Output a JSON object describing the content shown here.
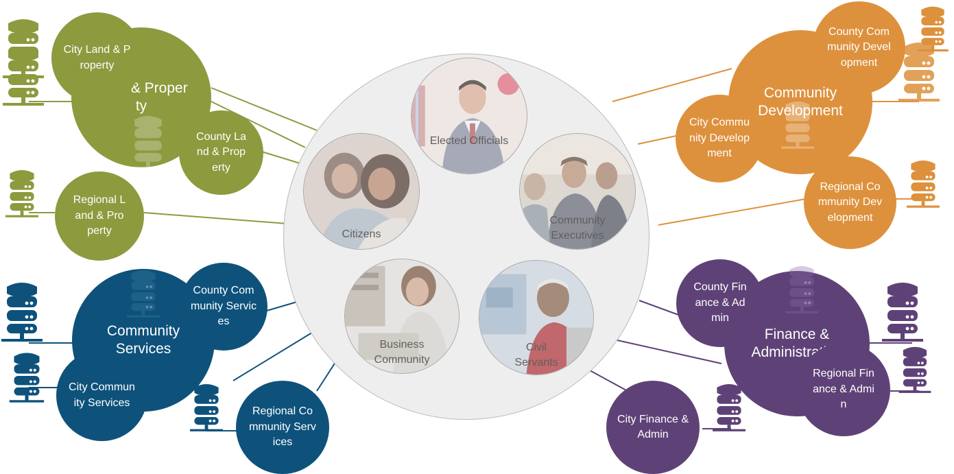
{
  "hub": {
    "personas": {
      "elected": "Elected Officials",
      "citizens": "Citizens",
      "executives": "Community Executives",
      "business": "Business Community",
      "civil": "Civil Servants"
    }
  },
  "clusters": {
    "land": {
      "main": "Land & Property",
      "city": "City Land & Property",
      "county": "County Land & Property",
      "regional": "Regional Land & Property",
      "color": "#8d9a3e"
    },
    "community_dev": {
      "main": "Community Development",
      "county": "County Community Development",
      "city": "City Community Development",
      "regional": "Regional Community Development",
      "color": "#dd913d"
    },
    "community_services": {
      "main": "Community Services",
      "county": "County Community Services",
      "city": "City Community Services",
      "regional": "Regional Community Services",
      "color": "#0e527b"
    },
    "finance": {
      "main": "Finance & Administration",
      "county": "County Finance & Admin",
      "regional": "Regional Finance & Admin",
      "city": "City Finance & Admin",
      "color": "#5e4277"
    }
  },
  "icons": {
    "server": "database-server-icon"
  }
}
